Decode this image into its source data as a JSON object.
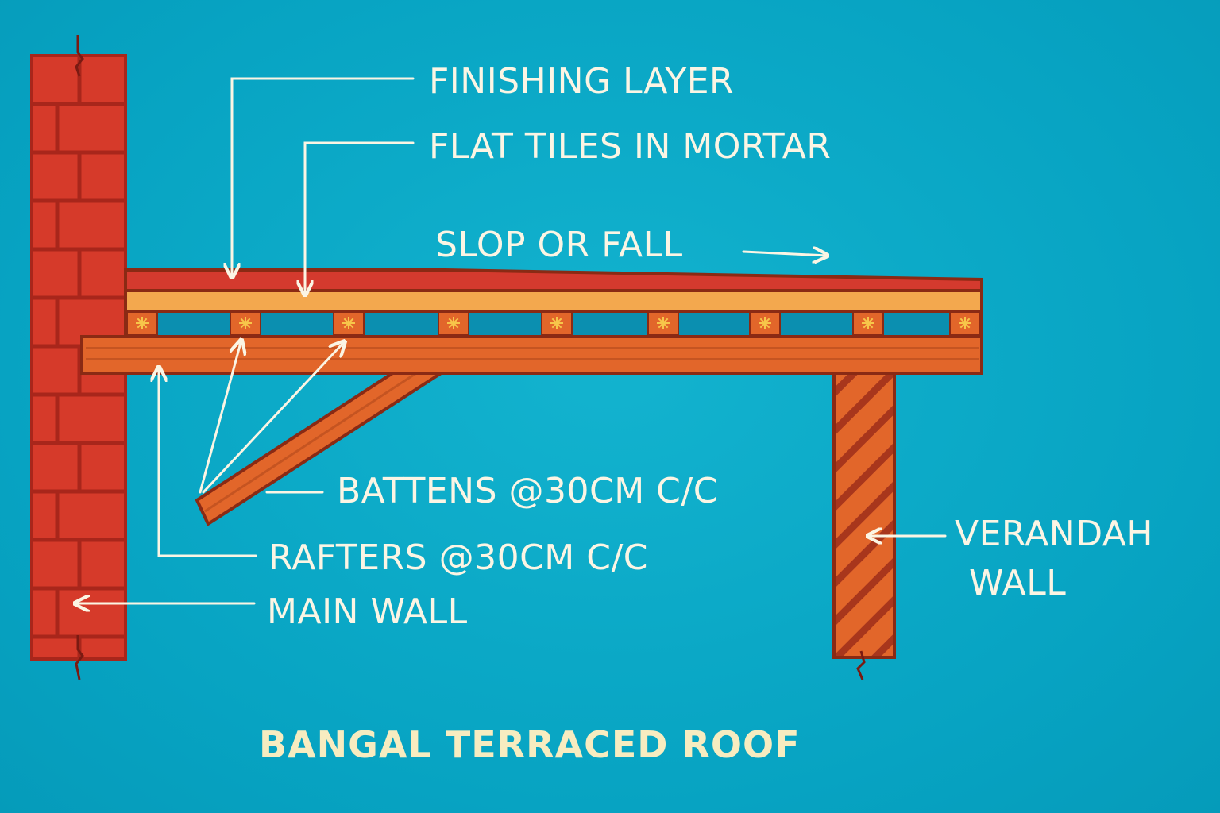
{
  "title": "BANGAL TERRACED ROOF",
  "labels": {
    "finishing_layer": "FINISHING LAYER",
    "flat_tiles": "FLAT TILES IN MORTAR",
    "slope": "SLOP OR FALL",
    "battens": "BATTENS @30CM C/C",
    "rafters": "RAFTERS @30CM C/C",
    "main_wall": "MAIN WALL",
    "verandah_wall_line1": "VERANDAH",
    "verandah_wall_line2": "WALL"
  },
  "colors": {
    "background": "#0aa9c7",
    "brick": "#d63a2a",
    "mortar": "#a8261b",
    "wood": "#e2662a",
    "tile": "#f3a84e",
    "finishing": "#d43a2e",
    "text": "#fbf5e4",
    "title": "#f7ecc0"
  }
}
